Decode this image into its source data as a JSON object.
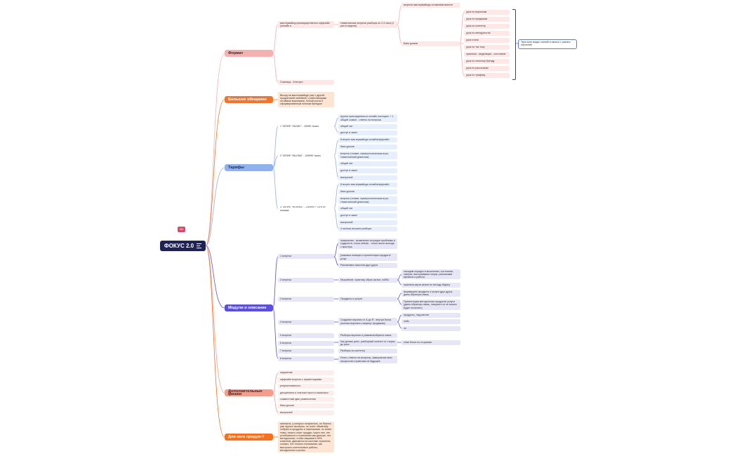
{
  "root": {
    "title": "ФОКУС 2.0",
    "badge": "НН",
    "icon": "list-icon"
  },
  "colors": {
    "format": "#f5b0b0",
    "big_promise": "#f2742d",
    "tariffs": "#8fb1f0",
    "modules": "#5a4fe0",
    "extra": "#f79b8a",
    "audience": "#f5701f"
  },
  "branches": {
    "format": {
      "title": "Формат",
      "children": [
        {
          "label": "мастермайнд преимущественно оффлайн (онлайн и"
        },
        {
          "label": "3 месяца - 8 встреч"
        }
      ],
      "themed": "тематические встречи разборы по 2-3 часа (1 раз в неделю)",
      "mastermind": "встречи мастермайнда оставляем вместе",
      "bank_label": "Банк уроков",
      "lessons": [
        "урок по воронкам",
        "урок по продажам",
        "урок по контенту",
        "урок по методологии",
        "урок стиля",
        "урок по тик току",
        "практика - медитация - состояние",
        "урок по личному бренду",
        "урок по рассылкам",
        "урок по трафику"
      ],
      "note": "Твои всех видах знаний в записи с разных обучений"
    },
    "big_promise": {
      "title": "Большое обещание",
      "text": "Выход на мастермайнде уже с другой продуктовой линейкой, с работающими готовыми воронками, точкой роста и сформированным личным брендом"
    },
    "tariffs": {
      "title": "Тарифы",
      "plans": [
        {
          "label": "1 ТАРИФ \"ОАЗИС\" - 49990 тысяч"
        },
        {
          "label": "2 ТАРИФ \"МЫ МЫ\" - 149990 тысяч"
        },
        {
          "label": "3 ТАРИФ \"ФЕНИКС\" - 249990 + 20% от продаж"
        }
      ],
      "plan1_items": [
        "группа присоединиться онлайн посещать + 1 общий созвон - ответы на вопросы",
        "общий чат",
        "доступ в закат"
      ],
      "plan2_items": [
        "8 встреч мастермайнда онлайн/оффлайн",
        "банк уроков",
        "встречи (тонкие, нумерологическая игра, тематический девичник)",
        "общий чат",
        "доступ в закат",
        "выпускной"
      ],
      "plan3_items": [
        "8 встреч мастермайнда онлайн/оффлайн",
        "банк уроков",
        "встречи (тонкие, нумерологическая игра, тематический девичник)",
        "общий чат",
        "доступ в закат",
        "выпускной",
        "4 личных встречи разбора"
      ]
    },
    "modules": {
      "title": "Модули и описание",
      "meetings": [
        "1 встреча",
        "2 встреча",
        "3 встреча",
        "4 встреча",
        "5 встреча",
        "6 встреча",
        "7 встреча",
        "8 встреча"
      ],
      "m1_items": [
        "знакомство - выявление ситуации проблемы и трудности, точка сейчас - точка после выхода с мастера",
        "упаковка позиции и презентация продукта/ услуг",
        "Распаковка смыслов друг друга"
      ],
      "m2_item": "Мышление, практику образ жизни, хобби",
      "m2_sub": [
        "находим порядок в мышлении, состоянии, сферах, выстраиваем опоры, распаковка времени и работа",
        "практика карта жизни по методу Юдину"
      ],
      "m3_item": "Продукты и услуги",
      "m3_sub": [
        "формируем продукты и услуги друг друга, даем обратную связь",
        "Презентация методологии продукта/ услуги (даем обратную связь, говорим что не можно будет оплатить)"
      ],
      "m4_item": "Создание воронки от А до Я - внутри блога (полная воронка к запуску/ продажам)",
      "m4_sub": [
        "продукты, лид-магнит",
        "лейк",
        "лл"
      ],
      "m5_item": "Разборы воронки и упаковка/обратно связь",
      "m6_item": "Как делать рилс, разборный контент от сторис до рилс",
      "m6_sub": "план блога по сторисам",
      "m7_item": "Разборы по контенту",
      "m8_item": "Итоги, ответы на вопросы, завершение всех процессов и практика на будущее"
    },
    "extra": {
      "title": "Дополнительные фишки",
      "items": [
        "окружение",
        "оффлайн встречи с презентациями",
        "результативность",
        "дисциплина и спытысе просто-насколько",
        "совместный двиг развлечения",
        "банк уроков",
        "выпускной"
      ]
    },
    "audience": {
      "title": "Для кого продукт?",
      "text": "эксперты, у которых получилось, но боятся, уже крутых эксперты, но хотят обзавтабу собрать в продукты и партнерами, но знают темы, ничего стоит продукт, через нее, нет устойчивости и понимания как дальше, нет методологии, чтобы закрывать 90% клиентов, двигаются на системе стратегии, сложно, нет точного понимания, как выстроить контентовые работы, методологии и рилсы"
    }
  }
}
